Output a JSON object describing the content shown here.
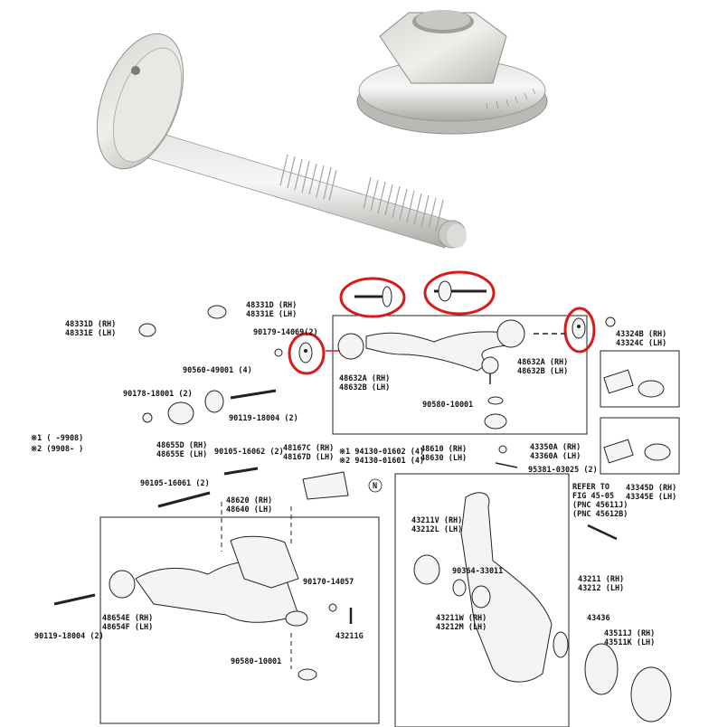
{
  "labels": {
    "l48331d_top": "48331D (RH)",
    "l48331e_top": "48331E (LH)",
    "l48331d_left": "48331D (RH)",
    "l48331e_left": "48331E (LH)",
    "l90179": "90179-14069(2)",
    "l48632a_l": "48632A (RH)",
    "l48632b_l": "48632B (LH)",
    "l48632a_r": "48632A (RH)",
    "l48632b_r": "48632B (LH)",
    "l43324b": "43324B (RH)",
    "l43324c": "43324C (LH)",
    "l90560": "90560-49001 (4)",
    "l90178": "90178-18001 (2)",
    "l90119a": "90119-18004 (2)",
    "l90580a": "90580-10001",
    "note1": "※1 (      -9908)",
    "note2": "※2 (9908-      )",
    "l48655d": "48655D (RH)",
    "l48655e": "48655E (LH)",
    "l90105a": "90105-16062 (2)",
    "l48167c": "48167C (RH)",
    "l48167d": "48167D (LH)",
    "l94130a": "※1 94130-01602 (4)",
    "l94130b": "※2 94130-01601 (4)",
    "l48610": "48610 (RH)",
    "l48630": "48630 (LH)",
    "l43350a": "43350A (RH)",
    "l43360a": "43360A (LH)",
    "l95381": "95381-03025 (2)",
    "l43345d": "43345D (RH)",
    "l43345e": "43345E (LH)",
    "l90105b": "90105-16061 (2)",
    "l48620": "48620 (RH)",
    "l48640": "48640 (LH)",
    "lN": "N",
    "l43211v": "43211V (RH)",
    "l43212l": "43212L (LH)",
    "refer1": "REFER TO",
    "refer2": "FIG 45-05",
    "refer3": "(PNC 45611J)",
    "refer4": "(PNC 45612B)",
    "l90364": "90364-33011",
    "l43211": "43211 (RH)",
    "l43212": "43212 (LH)",
    "l43211w": "43211W (RH)",
    "l43212m": "43212M (LH)",
    "l90170": "90170-14057",
    "l48654e": "48654E (RH)",
    "l48654f": "48654F (LH)",
    "l90119b": "90119-18004 (2)",
    "l43211g": "43211G",
    "l90580b": "90580-10001",
    "l43436": "43436",
    "l43511j": "43511J (RH)",
    "l43511k": "43511K (LH)"
  }
}
